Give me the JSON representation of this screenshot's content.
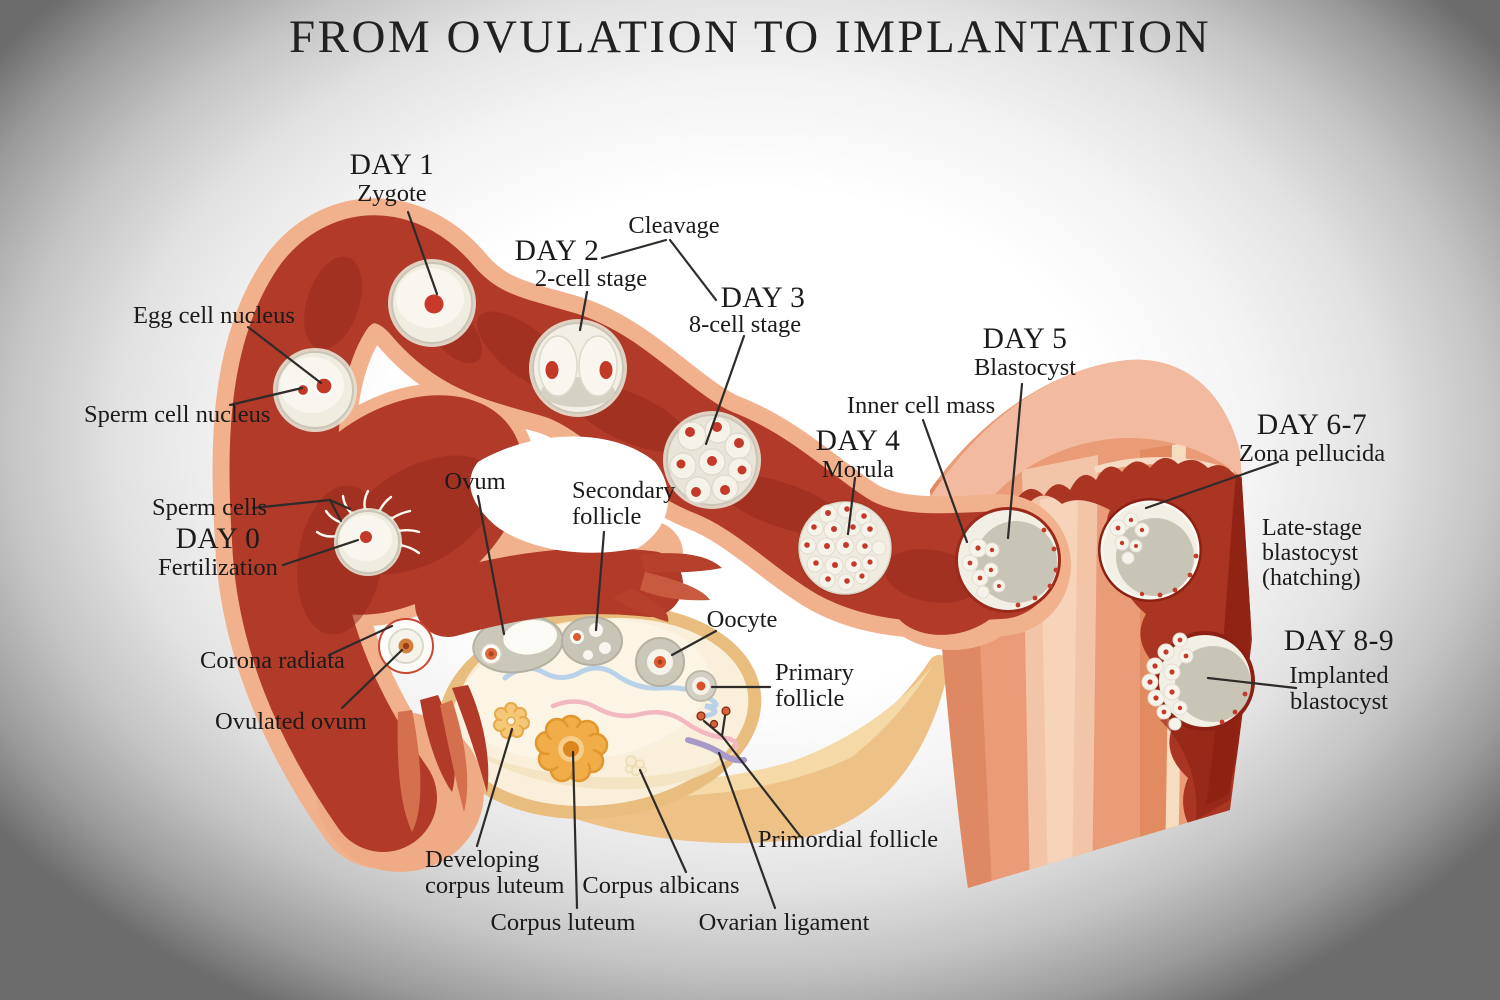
{
  "title": "FROM OVULATION TO IMPLANTATION",
  "stages": {
    "day0": {
      "day": "DAY 0",
      "label": "Fertilization"
    },
    "day1": {
      "day": "DAY 1",
      "label": "Zygote"
    },
    "day2": {
      "day": "DAY 2",
      "label": "2-cell stage"
    },
    "day3": {
      "day": "DAY 3",
      "label": "8-cell stage"
    },
    "day4": {
      "day": "DAY 4",
      "label": "Morula"
    },
    "day5": {
      "day": "DAY 5",
      "label": "Blastocyst"
    },
    "day6_7": {
      "day": "DAY 6-7",
      "label": "Zona pellucida"
    },
    "day8_9": {
      "day": "DAY 8-9",
      "label": "Implanted blastocyst"
    }
  },
  "annotations": {
    "cleavage": "Cleavage",
    "egg_cell_nucleus": "Egg cell nucleus",
    "sperm_cell_nucleus": "Sperm cell nucleus",
    "sperm_cells": "Sperm cells",
    "corona_radiata": "Corona radiata",
    "ovulated_ovum": "Ovulated ovum",
    "ovum": "Ovum",
    "secondary_follicle": "Secondary follicle",
    "oocyte": "Oocyte",
    "primary_follicle": "Primary follicle",
    "inner_cell_mass": "Inner cell mass",
    "late_stage_blastocyst": "Late-stage blastocyst (hatching)",
    "developing_corpus_luteum": "Developing corpus luteum",
    "corpus_luteum": "Corpus luteum",
    "corpus_albicans": "Corpus albicans",
    "ovarian_ligament": "Ovarian ligament",
    "primordial_follicle": "Primordial follicle"
  },
  "colors": {
    "tube_red": "#b13a29",
    "tube_dark_red": "#93281a",
    "tube_border_salmon": "#f1b18d",
    "fimbriae_light_red": "#d4704e",
    "uterus_body": "#e99c77",
    "uterus_inner_pink": "#f2bba0",
    "endometrium_red": "#a93522",
    "endometrium_maroon": "#8d2013",
    "ovary_fill": "#f9efdb",
    "ovary_border": "#e9bd7d",
    "ligament_tan": "#eec287",
    "cell_fill": "#f2efe4",
    "nucleus_red": "#c23927",
    "follicle_gray": "#cbc7b9",
    "oocyte_orange": "#dd5b30",
    "corpus_luteum_orange": "#f0ad48",
    "label_text": "#1d1b1a",
    "background_vignette": "#6c6c6c"
  }
}
